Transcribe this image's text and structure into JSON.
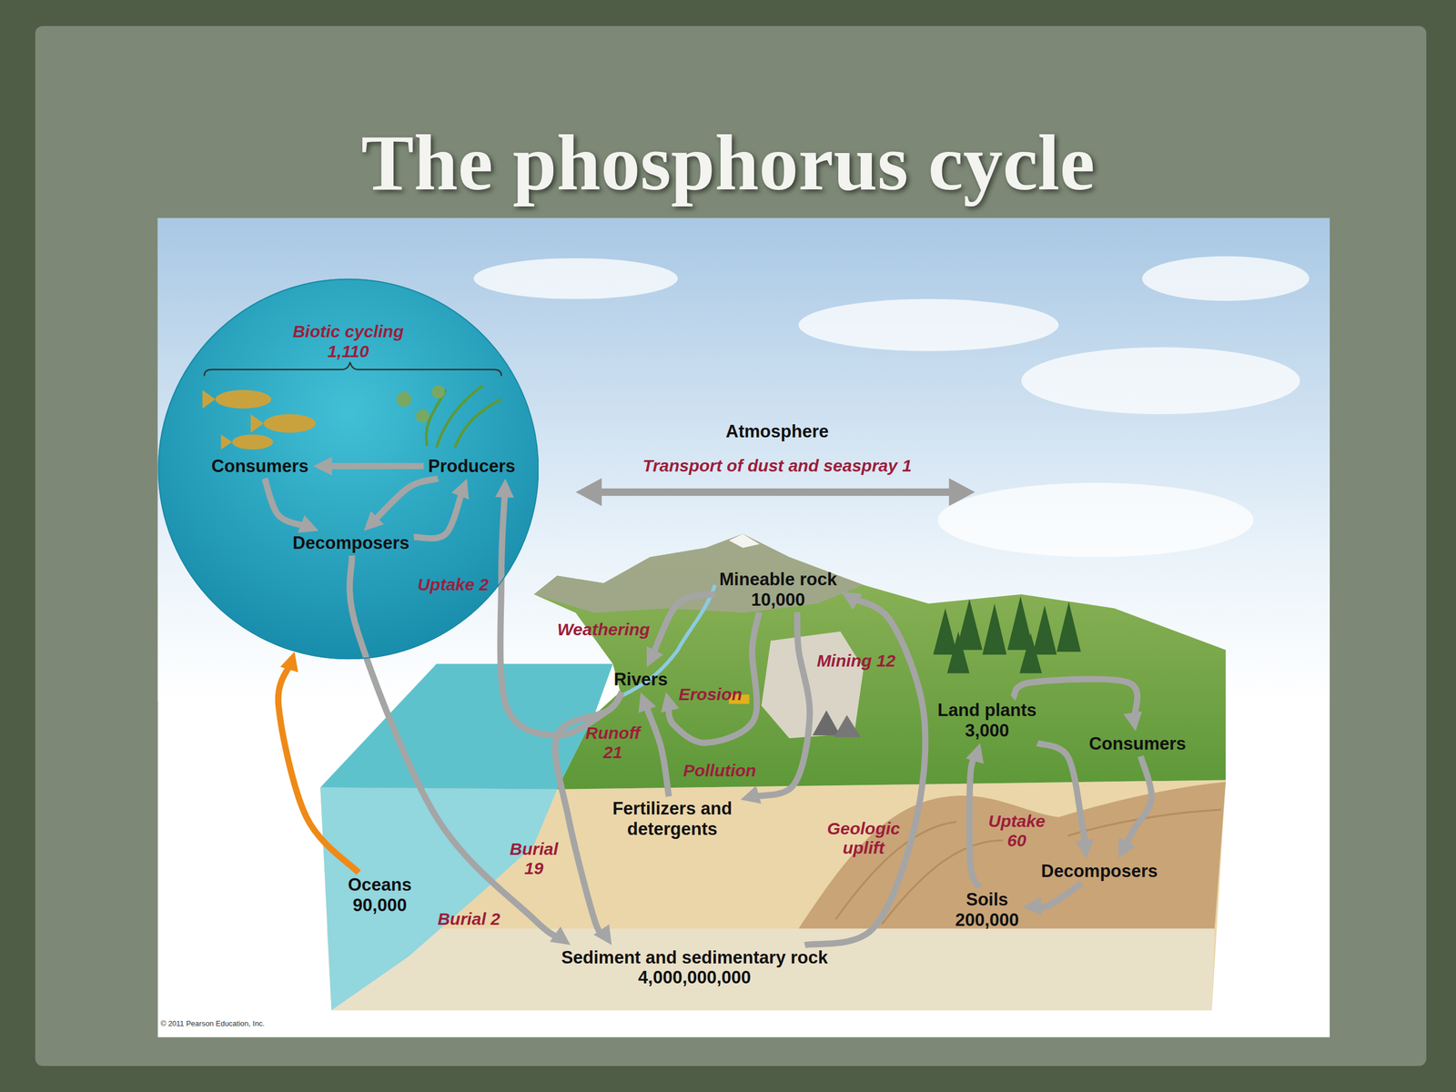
{
  "diagram": {
    "title": "The phosphorus cycle",
    "nodes": [
      {
        "text": [
          "Biotic cycling 1,110"
        ]
      },
      {
        "text": [
          "Consumers"
        ],
        "in": 0
      },
      {
        "text": [
          "Producers"
        ],
        "in": 0
      },
      {
        "text": [
          "Decomposers"
        ],
        "in": 0
      },
      {
        "text": [
          "Mineable rock",
          "10,000"
        ]
      },
      {
        "text": [
          "Rivers"
        ]
      },
      {
        "text": [
          "Land plants",
          "3,000"
        ]
      },
      {
        "text": [
          "Consumers"
        ]
      },
      {
        "text": [
          "Fertilizers and detergents"
        ]
      },
      {
        "text": [
          "Decomposers"
        ]
      },
      {
        "text": [
          "Oceans",
          "90,000"
        ]
      },
      {
        "text": [
          "Soils",
          "200,000"
        ]
      },
      {
        "text": [
          "Sediment and sedimentary rock",
          "4,000,000,000"
        ]
      }
    ],
    "edges": [
      {
        "from": 2,
        "to": 1,
        "arrow": "to"
      },
      {
        "from": 1,
        "to": 3,
        "arrow": "to"
      },
      {
        "from": 2,
        "to": 3,
        "arrow": "to"
      },
      {
        "from": 3,
        "to": 2,
        "arrow": "to"
      },
      {
        "from": 3,
        "to": 12,
        "label": "Burial 2",
        "arrow": "to"
      },
      {
        "from": 5,
        "to": 2,
        "label": "Uptake 2",
        "arrow": "to"
      },
      {
        "from": 5,
        "to": 12,
        "label": "Burial 19",
        "arrow": "to"
      },
      {
        "from": 4,
        "to": 5,
        "label": "Weathering",
        "arrow": "to"
      },
      {
        "from": 4,
        "to": 8,
        "label": "Mining 12",
        "arrow": "to"
      },
      {
        "from": 4,
        "to": 5,
        "label": "Erosion",
        "arrow": "to"
      },
      {
        "from": 8,
        "to": 5,
        "label": "Pollution",
        "arrow": "to"
      },
      {
        "from": 12,
        "to": 4,
        "label": "Geologic uplift",
        "arrow": "to"
      },
      {
        "from": 11,
        "to": 6,
        "label": "Uptake 60",
        "arrow": "to"
      },
      {
        "from": 6,
        "to": 7,
        "arrow": "to"
      },
      {
        "from": 6,
        "to": 9,
        "arrow": "to"
      },
      {
        "from": 7,
        "to": 9,
        "arrow": "to"
      },
      {
        "from": 9,
        "to": 11,
        "arrow": "to"
      },
      {
        "from": 10,
        "to": 0,
        "arrow": "to"
      }
    ],
    "labels": [
      "Atmosphere",
      "Transport of dust and seaspray 1",
      "Runoff 21",
      "© 2011 Pearson Education, Inc."
    ]
  }
}
